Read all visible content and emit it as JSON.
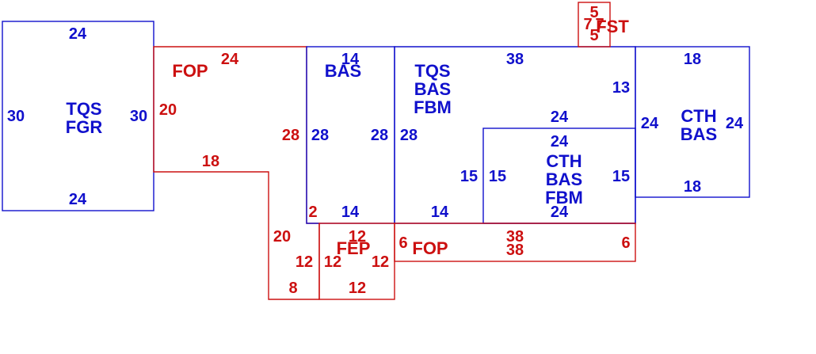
{
  "colors": {
    "living_area": "#1010cc",
    "attachment": "#cc1010",
    "background": "#ffffff"
  },
  "areas": [
    {
      "id": "garage",
      "kind": "living_area",
      "codes": [
        "TQS",
        "FGR"
      ],
      "dimensions": [
        "24",
        "30",
        "30",
        "24"
      ]
    },
    {
      "id": "open-porch-left",
      "kind": "attachment",
      "codes": [
        "FOP"
      ],
      "dimensions": [
        "24",
        "20",
        "28",
        "18",
        "2",
        "20",
        "12",
        "8"
      ]
    },
    {
      "id": "base-center",
      "kind": "living_area",
      "codes": [
        "BAS"
      ],
      "dimensions": [
        "14",
        "28",
        "28",
        "14"
      ]
    },
    {
      "id": "main-house",
      "kind": "living_area",
      "codes": [
        "TQS",
        "BAS",
        "FBM"
      ],
      "dimensions": [
        "38",
        "13",
        "28",
        "24",
        "15",
        "14"
      ]
    },
    {
      "id": "basement-section",
      "kind": "living_area",
      "codes": [
        "CTH",
        "BAS",
        "FBM"
      ],
      "dimensions": [
        "24",
        "15",
        "15",
        "24"
      ]
    },
    {
      "id": "right-wing",
      "kind": "living_area",
      "codes": [
        "CTH",
        "BAS"
      ],
      "dimensions": [
        "18",
        "24",
        "24",
        "18"
      ]
    },
    {
      "id": "enclosed-porch",
      "kind": "attachment",
      "codes": [
        "FEP"
      ],
      "dimensions": [
        "12",
        "12",
        "12",
        "12"
      ]
    },
    {
      "id": "open-porch-bottom",
      "kind": "attachment",
      "codes": [
        "FOP"
      ],
      "dimensions": [
        "6",
        "38",
        "38",
        "6"
      ]
    },
    {
      "id": "stoop",
      "kind": "attachment",
      "codes": [
        "FST"
      ],
      "dimensions": [
        "5",
        "7",
        "7",
        "5"
      ]
    }
  ]
}
